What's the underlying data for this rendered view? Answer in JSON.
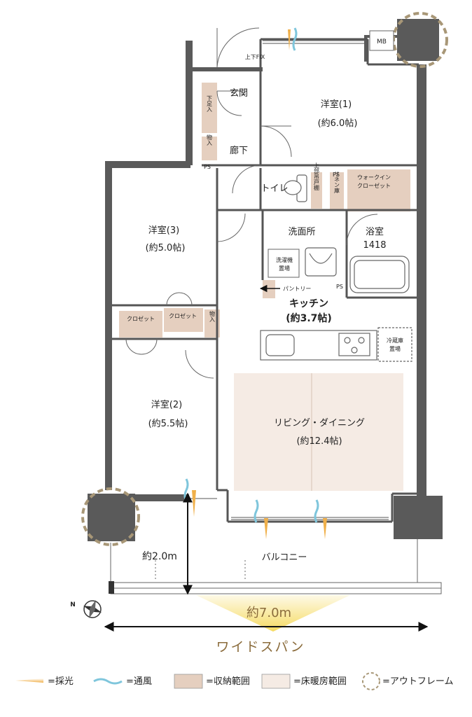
{
  "rooms": {
    "western1": {
      "name": "洋室(1)",
      "size": "(約6.0帖)"
    },
    "western2": {
      "name": "洋室(2)",
      "size": "(約5.5帖)"
    },
    "western3": {
      "name": "洋室(3)",
      "size": "(約5.0帖)"
    },
    "living": {
      "name": "リビング・ダイニング",
      "size": "(約12.4帖)"
    },
    "kitchen": {
      "name": "キッチン",
      "size": "(約3.7帖)"
    },
    "entrance": "玄関",
    "hallway": "廊下",
    "toilet": "トイレ",
    "washroom": "洗面所",
    "bath": {
      "name": "浴室",
      "size": "1418"
    },
    "balcony": "バルコニー",
    "walkin": {
      "line1": "ウォークイン",
      "line2": "クローゼット"
    }
  },
  "storage": {
    "shoe_box": "下足入",
    "store_hall": "物入",
    "store_west2": "物入",
    "closet_a": "クロゼット",
    "closet_b": "クロゼット",
    "upper_cabinet": "上部吊戸棚",
    "linen": "リネン庫",
    "laundry": {
      "line1": "洗濯機",
      "line2": "置場"
    },
    "fridge": {
      "line1": "冷蔵庫",
      "line2": "置場"
    },
    "pantry": "パントリー",
    "mb": "MB",
    "ps_top": "PS",
    "ps_left": "PS",
    "ps_kitchen": "PS",
    "window_fix": "上下FIX"
  },
  "dimensions": {
    "balcony_depth": "約2.0m",
    "frontage": "約7.0m",
    "wide_span": "ワイドスパン"
  },
  "compass": "N",
  "legend": [
    {
      "key": "light",
      "label": "=採光"
    },
    {
      "key": "wind",
      "label": "=通風"
    },
    {
      "key": "storage",
      "label": "=収納範囲"
    },
    {
      "key": "floor_heating",
      "label": "=床暖房範囲"
    },
    {
      "key": "out_frame",
      "label": "=アウトフレーム"
    }
  ],
  "colors": {
    "wall": "#5a5a5a",
    "storage_fill": "#e5cfbf",
    "floor_heating_fill": "#f5ebe4",
    "light_arrow": "#f0b04a",
    "wind": "#7fc6dc",
    "outframe": "#a89777",
    "accent_text": "#8b6c3c",
    "glow": "#f7e08a"
  }
}
